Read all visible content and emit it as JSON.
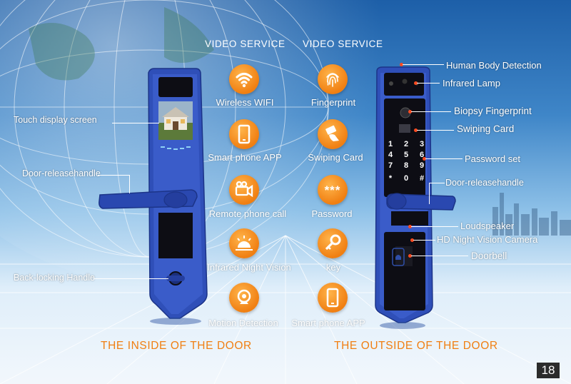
{
  "columns": {
    "left_header": "VIDEO SERVICE",
    "right_header": "VIDEO SERVICE"
  },
  "features": {
    "left": [
      {
        "label": "Wireless WIFI",
        "icon": "wifi-icon"
      },
      {
        "label": "Smart phone APP",
        "icon": "smartphone-icon"
      },
      {
        "label": "Remote phone call",
        "icon": "video-camera-icon"
      },
      {
        "label": "Infrared Night Vision",
        "icon": "sunrise-icon"
      },
      {
        "label": "Motion Detection",
        "icon": "webcam-icon"
      }
    ],
    "right": [
      {
        "label": "Fingerprint",
        "icon": "fingerprint-icon"
      },
      {
        "label": "Swiping Card",
        "icon": "card-swipe-icon"
      },
      {
        "label": "Password",
        "icon": "password-icon",
        "glyph": "***"
      },
      {
        "label": "key",
        "icon": "key-icon"
      },
      {
        "label": "Smart phone APP",
        "icon": "smartphone-icon"
      }
    ]
  },
  "inside_callouts": {
    "touch_display": "Touch display screen",
    "door_release": "Door-releasehandle",
    "back_locking": "Back-locking  Handle"
  },
  "outside_callouts": {
    "human_body": "Human Body Detection",
    "infrared_lamp": "Infrared  Lamp",
    "biopsy": "Biopsy Fingerprint",
    "swiping_card": "Swiping Card",
    "password_set": "Password  set",
    "door_release": "Door-releasehandle",
    "loudspeaker": "Loudspeaker",
    "night_camera": "HD Night Vision Camera",
    "doorbell": "Doorbell"
  },
  "keypad": [
    "1",
    "2",
    "3",
    "4",
    "5",
    "6",
    "7",
    "8",
    "9",
    "*",
    "0",
    "#"
  ],
  "footer": {
    "inside": "THE INSIDE OF THE DOOR",
    "outside": "THE OUTSIDE OF THE DOOR"
  },
  "page_number": "18",
  "colors": {
    "lock_body": "#2f4fb8",
    "accent": "#f07f12",
    "callout_dot": "#ff4a1f"
  }
}
